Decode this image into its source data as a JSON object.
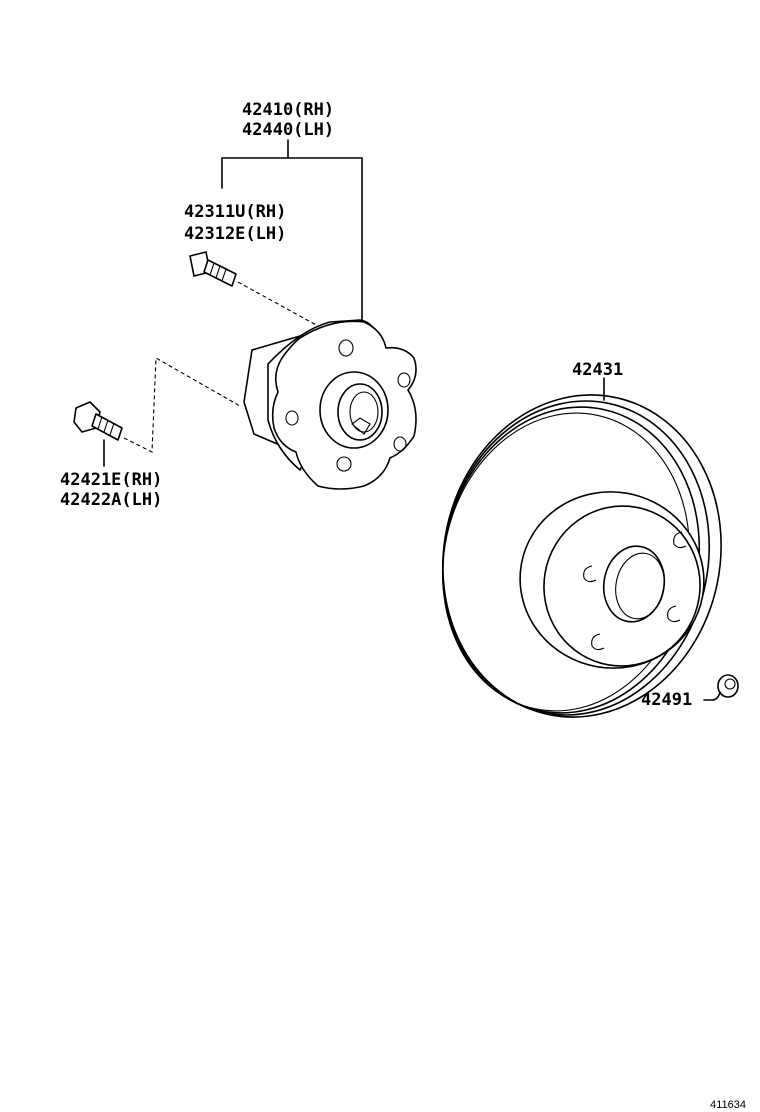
{
  "parts": {
    "hub_rh": "42410(RH)",
    "hub_lh": "42440(LH)",
    "stud_rh": "42311U(RH)",
    "stud_lh": "42312E(LH)",
    "bolt_rh": "42421E(RH)",
    "bolt_lh": "42422A(LH)",
    "disc": "42431",
    "plug": "42491"
  },
  "figure_id": "411634"
}
